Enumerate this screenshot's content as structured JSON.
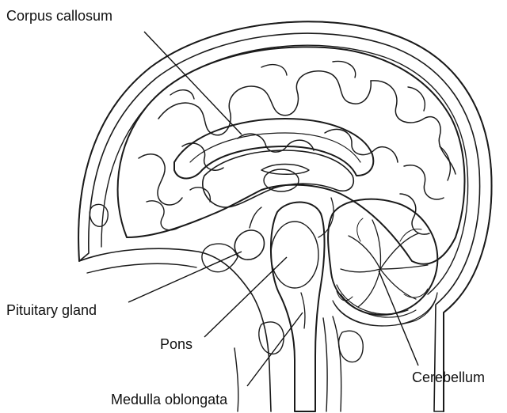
{
  "labels": {
    "corpus_callosum": "Corpus callosum",
    "pituitary_gland": "Pituitary gland",
    "pons": "Pons",
    "cerebellum": "Cerebellum",
    "medulla_oblongata": "Medulla oblongata"
  },
  "colors": {
    "ink": "#1a1a1a",
    "shade_light": "#e9e9e9",
    "shade_mid": "#d4d4d4",
    "shade_dark": "#bdbdbd",
    "paper": "#ffffff"
  }
}
